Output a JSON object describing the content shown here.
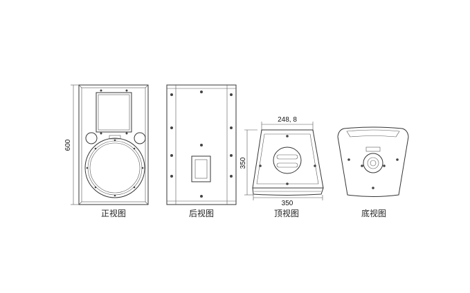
{
  "views": {
    "front": {
      "caption": "正视图",
      "height_dim": "600"
    },
    "back": {
      "caption": "后视图"
    },
    "top": {
      "caption": "顶视图",
      "depth_dim": "350",
      "width_dim": "350",
      "top_width_dim": "248, 8"
    },
    "bottom": {
      "caption": "底视图"
    }
  }
}
